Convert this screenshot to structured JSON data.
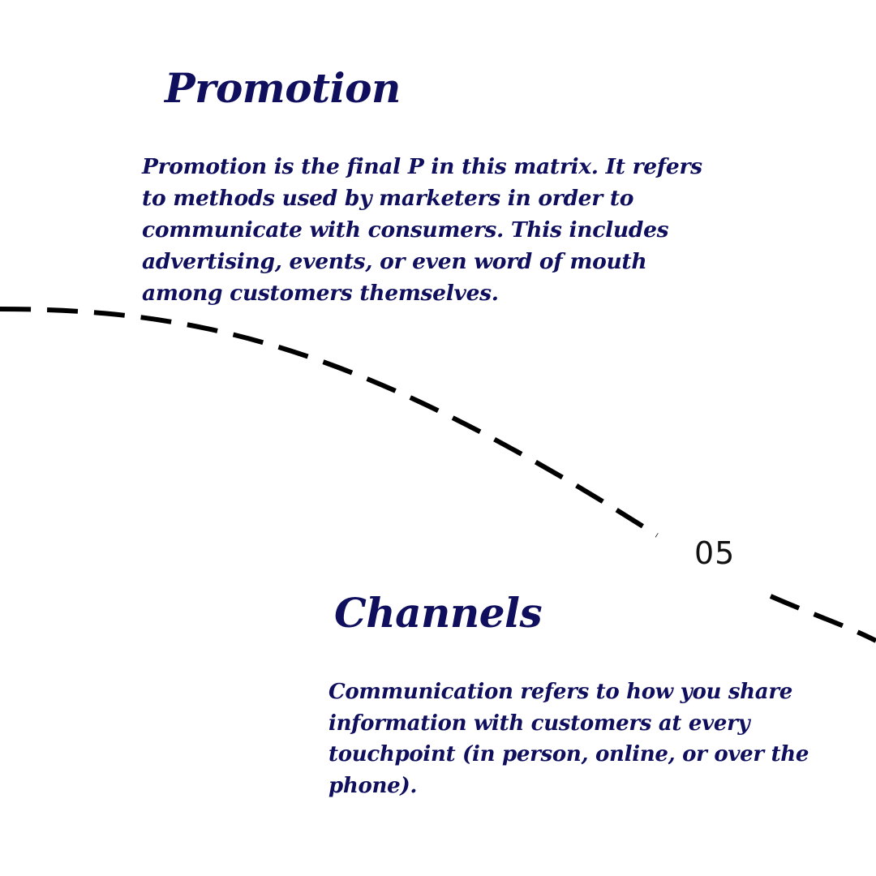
{
  "sections": [
    {
      "title": "Promotion",
      "body": "Promotion is the final P in this matrix. It refers to methods used by marketers in order to communicate with consumers. This includes advertising, events, or even word of mouth among customers themselves."
    },
    {
      "title": "Channels",
      "body": "Communication refers to how you share information with customers at every touchpoint (in person, online, or over the phone)."
    }
  ],
  "step_number": "05",
  "colors": {
    "text": "#0f0f5e",
    "curve": "#000000",
    "background": "#ffffff"
  }
}
